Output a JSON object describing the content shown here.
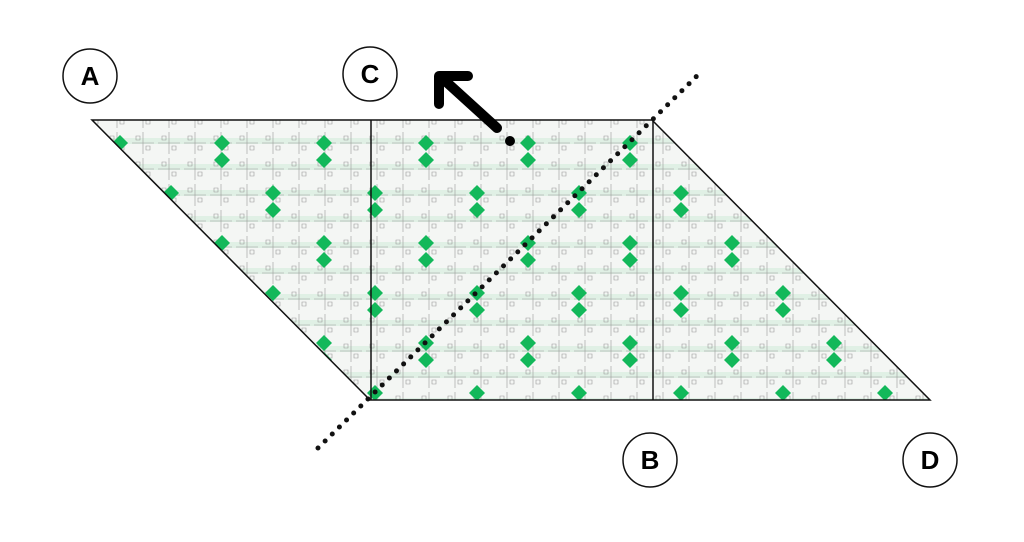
{
  "labels": {
    "a": "A",
    "b": "B",
    "c": "C",
    "d": "D"
  },
  "colors": {
    "diamond": "#12b85a",
    "texture": "#cfe9d6",
    "line": "#111111"
  },
  "icons": {
    "arrow": "arrow-up-left-icon"
  }
}
